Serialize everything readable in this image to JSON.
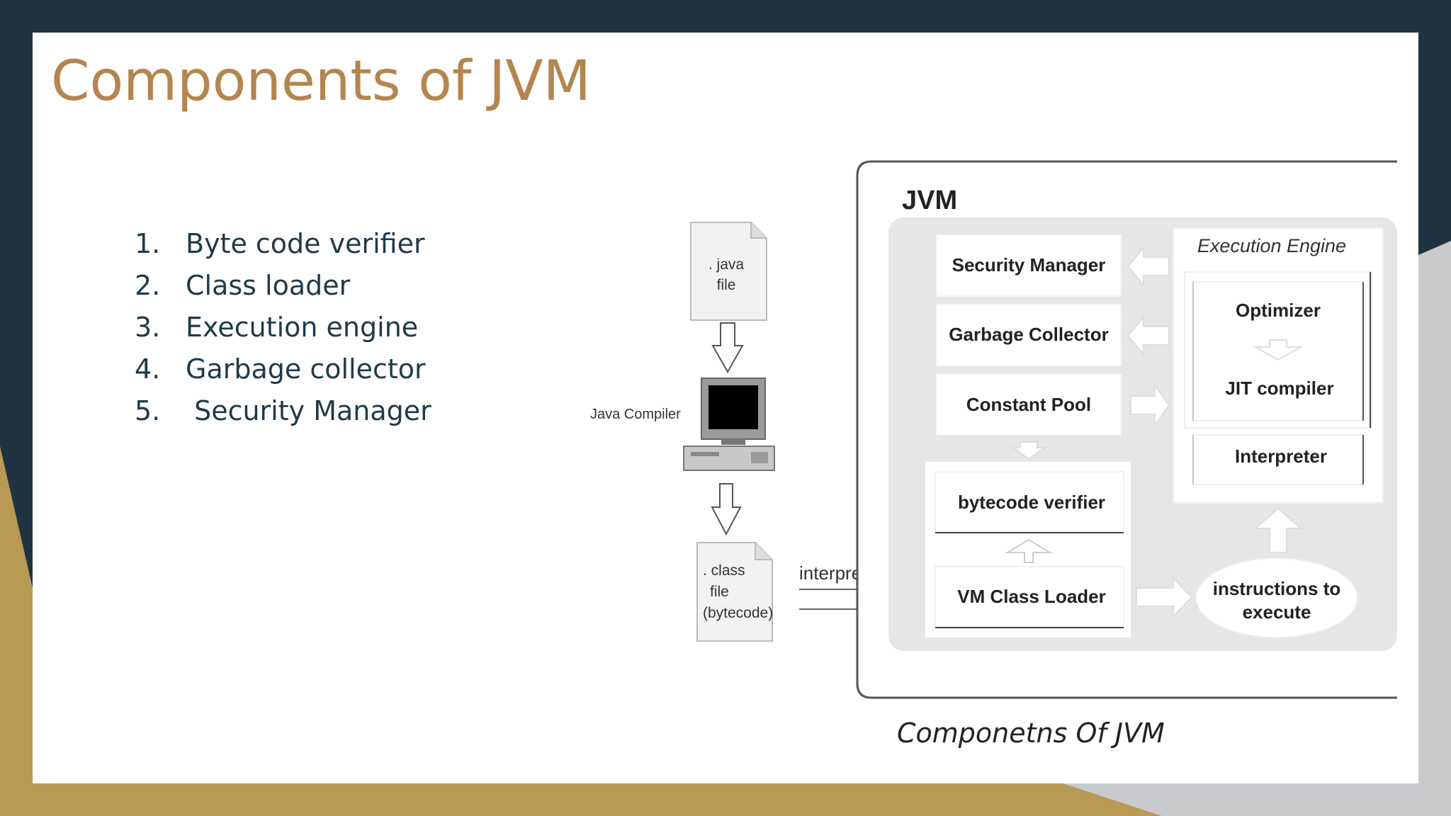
{
  "slide": {
    "title": "Components of JVM",
    "list_items": [
      {
        "num": "1.",
        "text": "Byte code verifier"
      },
      {
        "num": "2.",
        "text": "Class loader"
      },
      {
        "num": "3.",
        "text": "Execution engine"
      },
      {
        "num": "4.",
        "text": "Garbage collector"
      },
      {
        "num": "5.",
        "text": " Security Manager"
      }
    ]
  },
  "diagram": {
    "java_file": [
      ". java",
      "file"
    ],
    "java_compiler": "Java Compiler",
    "class_file": [
      ". class",
      "file",
      "(bytecode)"
    ],
    "interpreter_arrow": "interpreter",
    "jvm_title": "JVM",
    "security_manager": "Security Manager",
    "garbage_collector": "Garbage Collector",
    "constant_pool": "Constant Pool",
    "bytecode_verifier": "bytecode verifier",
    "vm_class_loader": "VM Class Loader",
    "execution_engine": "Execution Engine",
    "optimizer": "Optimizer",
    "jit_compiler": "JIT compiler",
    "interpreter_box": "Interpreter",
    "instructions": [
      "instructions to",
      "execute"
    ],
    "caption": "Componetns Of JVM"
  },
  "colors": {
    "frame": "#1f3440",
    "gold": "#b99a55",
    "title": "#b4854f",
    "list_text": "#1f3a4a",
    "diagram_bg": "#e6e6e6"
  }
}
